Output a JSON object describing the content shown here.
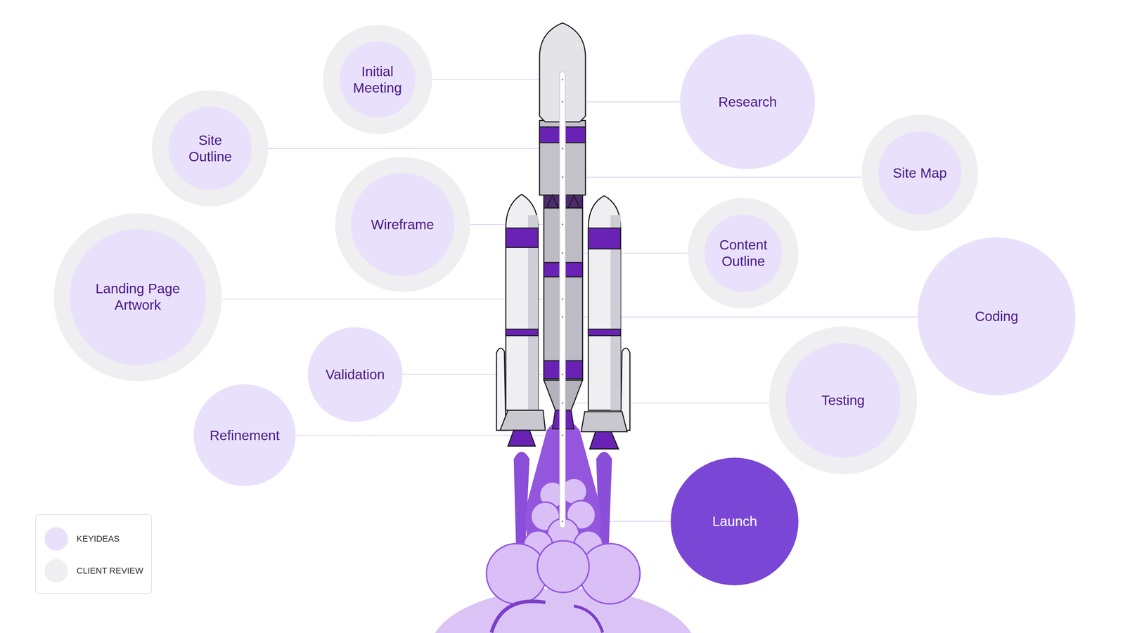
{
  "diagram": {
    "nodes": [
      {
        "text": [
          "Initial Meeting"
        ]
      },
      {
        "text": [
          "Research"
        ]
      },
      {
        "text": [
          "Site Outline"
        ]
      },
      {
        "text": [
          "Site Map"
        ]
      },
      {
        "text": [
          "Wireframe"
        ]
      },
      {
        "text": [
          "Content Outline"
        ]
      },
      {
        "text": [
          "Landing Page Artwork"
        ]
      },
      {
        "text": [
          "Coding"
        ]
      },
      {
        "text": [
          "Validation"
        ]
      },
      {
        "text": [
          "Testing"
        ]
      },
      {
        "text": [
          "Refinement"
        ]
      },
      {
        "text": [
          "Launch"
        ]
      }
    ],
    "legend": [
      {
        "text": "KEYIDEAS",
        "color": "#e9e1fb"
      },
      {
        "text": "CLIENT REVIEW",
        "color": "#efeef0"
      }
    ]
  }
}
